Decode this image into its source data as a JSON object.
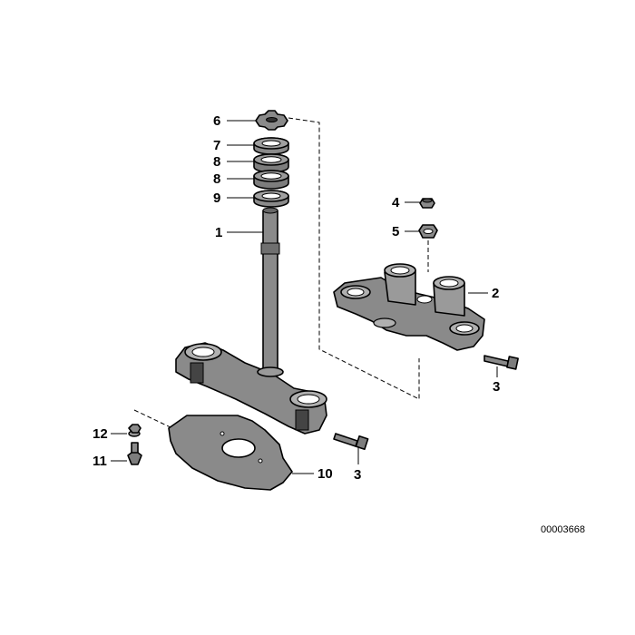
{
  "callouts": {
    "c6": "6",
    "c7": "7",
    "c8a": "8",
    "c8b": "8",
    "c9": "9",
    "c1": "1",
    "c4": "4",
    "c5": "5",
    "c2": "2",
    "c3a": "3",
    "c3b": "3",
    "c12": "12",
    "c11": "11",
    "c10": "10"
  },
  "reference_code": "00003668"
}
